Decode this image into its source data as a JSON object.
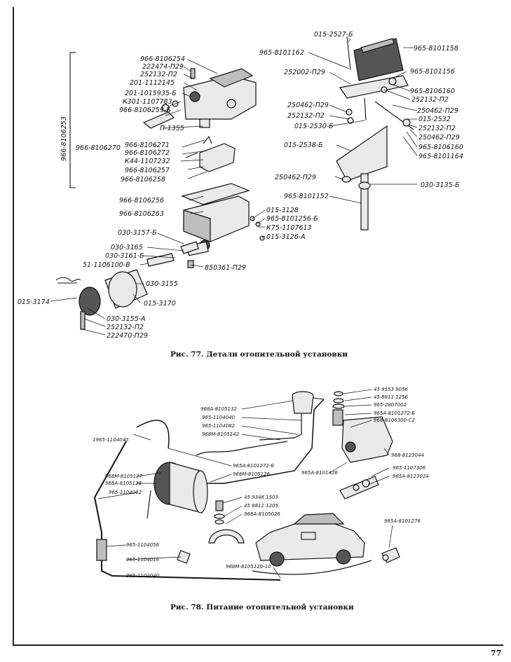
{
  "figure77": {
    "caption": "Рис. 77. Детали отопительной установки",
    "vertical_label": "966-8106253",
    "labels": [
      "015-2527-Б",
      "965-8101162",
      "965-8101158",
      "966-8106254",
      "222474-П29",
      "252132-П2",
      "201-1112145",
      "201-1015935-Б",
      "К301-1107783",
      "966-8106259-Б",
      "П-1355",
      "252002-П29",
      "965-8101156",
      "965-8106160",
      "252132-П2",
      "250462-П29",
      "252132-П2",
      "250462-П29",
      "015-2530-Б",
      "015-2532",
      "252132-П2",
      "250462-П29",
      "015-2538-Б",
      "965-8106160",
      "965-8101164",
      "966-8106270",
      "966-8106271",
      "966-8106272",
      "К44-1107232",
      "966-8106257",
      "966-8106258",
      "250462-П29",
      "030-3135-Б",
      "965-8101152",
      "966-8106256",
      "966-8106263",
      "015-3128",
      "965-8101256-Б",
      "К75-1107613",
      "015-3126-А",
      "030-3157-Б",
      "030-3165",
      "030-3161-Б",
      "51-1106100-В",
      "850361-П29",
      "030-3155",
      "015-3170",
      "015-3174",
      "030-3155-А",
      "252132-П2",
      "222470-П29"
    ]
  },
  "figure78": {
    "caption": "Рис. 78. Питание отопительной установки",
    "labels": [
      "45 9553 9056",
      "45 8811 1256",
      "965-2807002",
      "965А-8101272-Б",
      "968-8106300-С2",
      "968А-8105132",
      "965-1104040",
      "965-1104082",
      "968М-8105142",
      "1965-1104040",
      "965А-8101272-Б",
      "968М-8105126",
      "968-8123044",
      "965-1107306",
      "965А-8123024",
      "968М-8105127",
      "968А-8105128",
      "965-1104082",
      "965А-8101426",
      "45 9346 1503",
      "45 8811 1205",
      "968А-8105026",
      "965А-8101276",
      "965-1104056",
      "965-1104016",
      "965-1104040",
      "968М-8105120-10"
    ]
  },
  "page_number": "77"
}
